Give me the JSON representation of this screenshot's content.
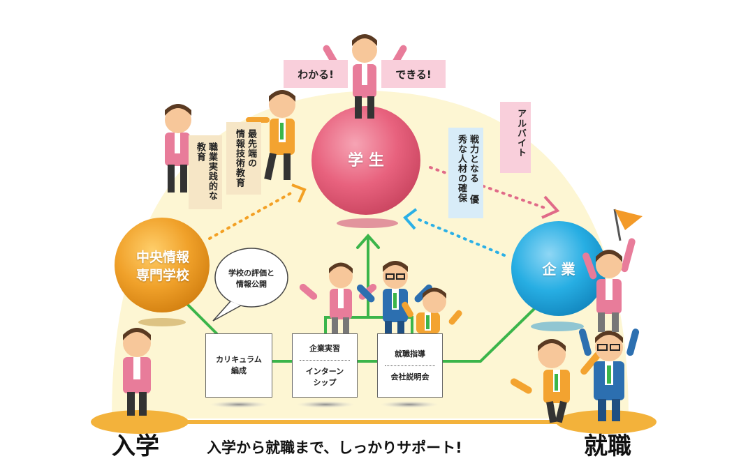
{
  "student_ball": {
    "label": "学 生"
  },
  "school_ball": {
    "line1": "中央情報",
    "line2": "専門学校"
  },
  "company_ball": {
    "label": "企 業"
  },
  "top_labels": {
    "understand": "わかる!",
    "can_do": "できる!"
  },
  "vertical_notes": {
    "practical_education": [
      "職業実践的な",
      "教育"
    ],
    "advanced_it": [
      "最先端の",
      "情報技術教育"
    ],
    "talent": [
      "戦力となる",
      "優秀な人材の確保"
    ],
    "part_time": [
      "アルバイト"
    ]
  },
  "speech_bubble": {
    "line1": "学校の評価と",
    "line2": "情報公開"
  },
  "cards": {
    "curriculum": {
      "line1": "カリキュラム",
      "line2": "編成"
    },
    "internship": {
      "top": "企業実習",
      "bottom1": "インターン",
      "bottom2": "シップ"
    },
    "job_support": {
      "top": "就職指導",
      "bottom": "会社説明会"
    }
  },
  "milestones": {
    "entry": "入学",
    "employment": "就職"
  },
  "slogan": "入学から就職まで、しっかりサポート!",
  "colors": {
    "student": "#e8627e",
    "school": "#f0a12a",
    "company": "#27aee3",
    "path_green": "#3bb54a",
    "track_orange": "#f3b23b",
    "background_arc": "#fdf6d3"
  }
}
